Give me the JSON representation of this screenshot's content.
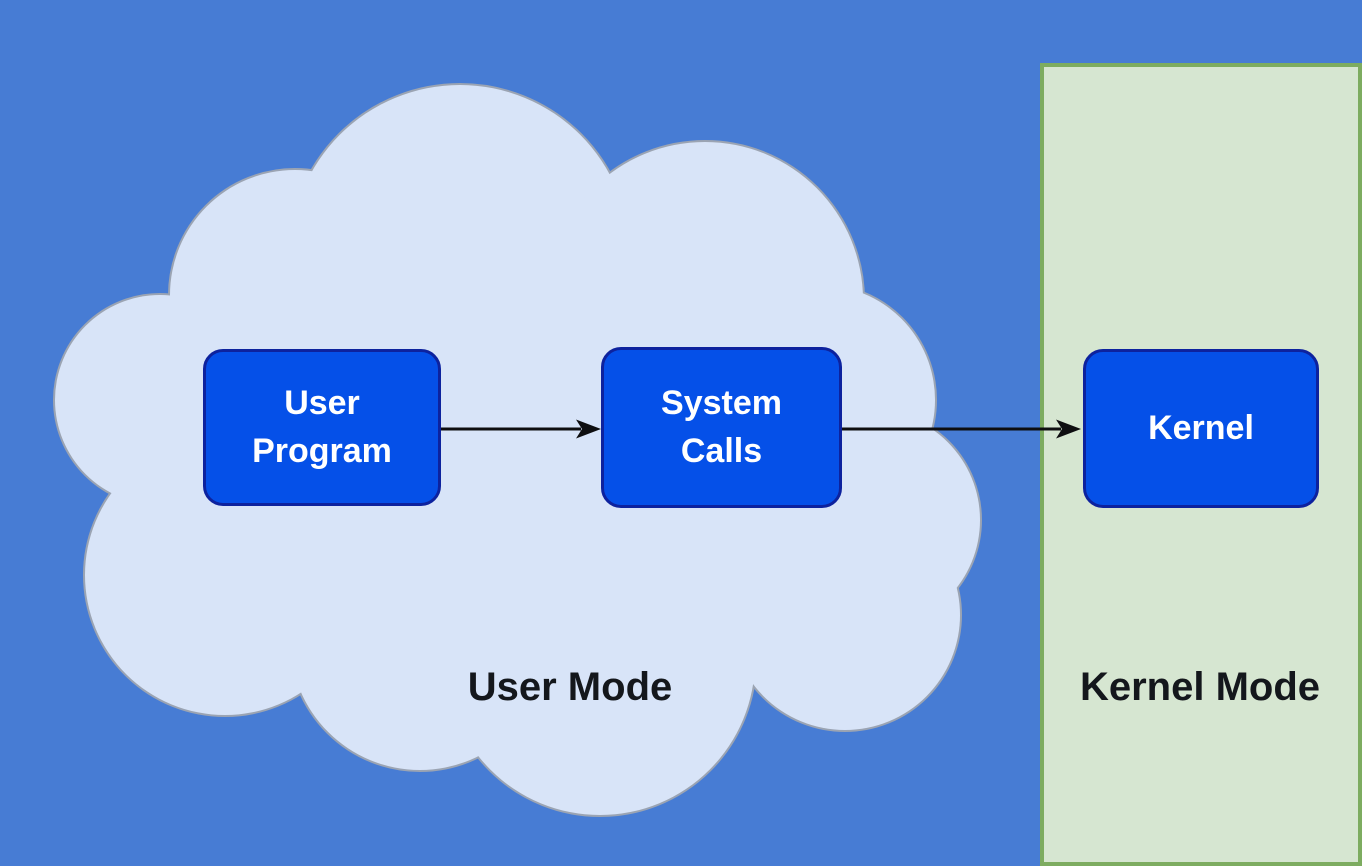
{
  "diagram": {
    "nodes": [
      {
        "id": "user-program",
        "label": "User\nProgram"
      },
      {
        "id": "system-calls",
        "label": "System\nCalls"
      },
      {
        "id": "kernel",
        "label": "Kernel"
      }
    ],
    "regions": [
      {
        "id": "user-mode",
        "label": "User Mode",
        "shape": "cloud"
      },
      {
        "id": "kernel-mode",
        "label": "Kernel Mode",
        "shape": "rectangle"
      }
    ],
    "edges": [
      {
        "from": "user-program",
        "to": "system-calls",
        "style": "arrow"
      },
      {
        "from": "system-calls",
        "to": "kernel",
        "style": "arrow"
      }
    ],
    "colors": {
      "background": "#477cd4",
      "cloud_fill": "#d8e4f8",
      "cloud_border": "#9ba4b3",
      "node_fill": "#0550e8",
      "node_border": "#0d229e",
      "node_text": "#ffffff",
      "region_fill": "#d6e6d1",
      "region_border": "#7dac60",
      "arrow": "#0e0e10",
      "label_text": "#14171c"
    }
  }
}
